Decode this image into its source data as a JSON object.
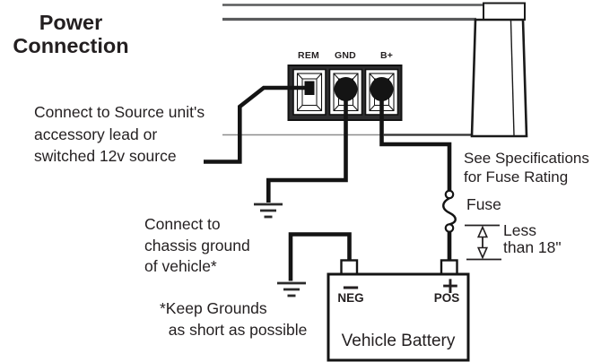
{
  "page": {
    "title": "Power\nConnection"
  },
  "amplifier": {
    "terminal_labels": [
      "REM",
      "GND",
      "B+"
    ]
  },
  "notes": {
    "source": "Connect to Source unit's\naccessory lead or\nswitched 12v source",
    "fuse_spec": "See Specifications\nfor Fuse Rating",
    "fuse": "Fuse",
    "wire_length": "Less\nthan 18\"",
    "chassis": "Connect to\nchassis ground\nof vehicle*",
    "grounds": "*Keep Grounds\n  as short as possible"
  },
  "battery": {
    "name": "Vehicle Battery",
    "negative": {
      "symbol": "−",
      "label": "NEG"
    },
    "positive": {
      "symbol": "+",
      "label": "POS"
    }
  },
  "colors": {
    "ink": "#231f20",
    "wire": "#141414",
    "chassis_gray": "#595a5c"
  }
}
